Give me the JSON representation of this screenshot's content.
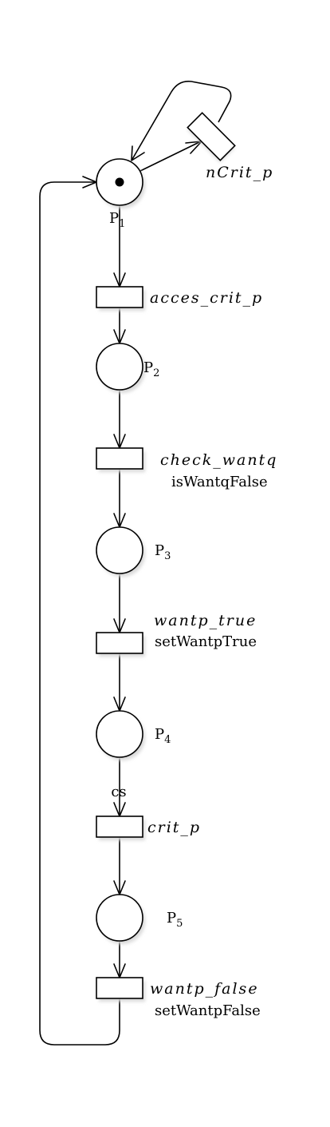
{
  "places": [
    {
      "id": "P1",
      "base": "P",
      "sub": "1",
      "token": true
    },
    {
      "id": "P2",
      "base": "P",
      "sub": "2",
      "token": false
    },
    {
      "id": "P3",
      "base": "P",
      "sub": "3",
      "token": false
    },
    {
      "id": "P4",
      "base": "P",
      "sub": "4",
      "token": false
    },
    {
      "id": "P5",
      "base": "P",
      "sub": "5",
      "token": false
    }
  ],
  "transitions": [
    {
      "id": "nCrit_p",
      "name": "nCrit_p",
      "action": ""
    },
    {
      "id": "acces_crit_p",
      "name": "acces_crit_p",
      "action": ""
    },
    {
      "id": "check_wantq",
      "name": "check_wantq",
      "action": "isWantqFalse"
    },
    {
      "id": "wantp_true",
      "name": "wantp_true",
      "action": "setWantpTrue"
    },
    {
      "id": "crit_p",
      "name": "crit_p",
      "action": ""
    },
    {
      "id": "wantp_false",
      "name": "wantp_false",
      "action": "setWantpFalse"
    }
  ],
  "arcs": [
    {
      "from": "P1",
      "to": "nCrit_p",
      "label": ""
    },
    {
      "from": "nCrit_p",
      "to": "P1",
      "label": ""
    },
    {
      "from": "P1",
      "to": "acces_crit_p",
      "label": ""
    },
    {
      "from": "acces_crit_p",
      "to": "P2",
      "label": ""
    },
    {
      "from": "P2",
      "to": "check_wantq",
      "label": ""
    },
    {
      "from": "check_wantq",
      "to": "P3",
      "label": ""
    },
    {
      "from": "P3",
      "to": "wantp_true",
      "label": ""
    },
    {
      "from": "wantp_true",
      "to": "P4",
      "label": ""
    },
    {
      "from": "P4",
      "to": "crit_p",
      "label": "cs"
    },
    {
      "from": "crit_p",
      "to": "P5",
      "label": ""
    },
    {
      "from": "P5",
      "to": "wantp_false",
      "label": ""
    },
    {
      "from": "wantp_false",
      "to": "P1",
      "label": ""
    }
  ]
}
